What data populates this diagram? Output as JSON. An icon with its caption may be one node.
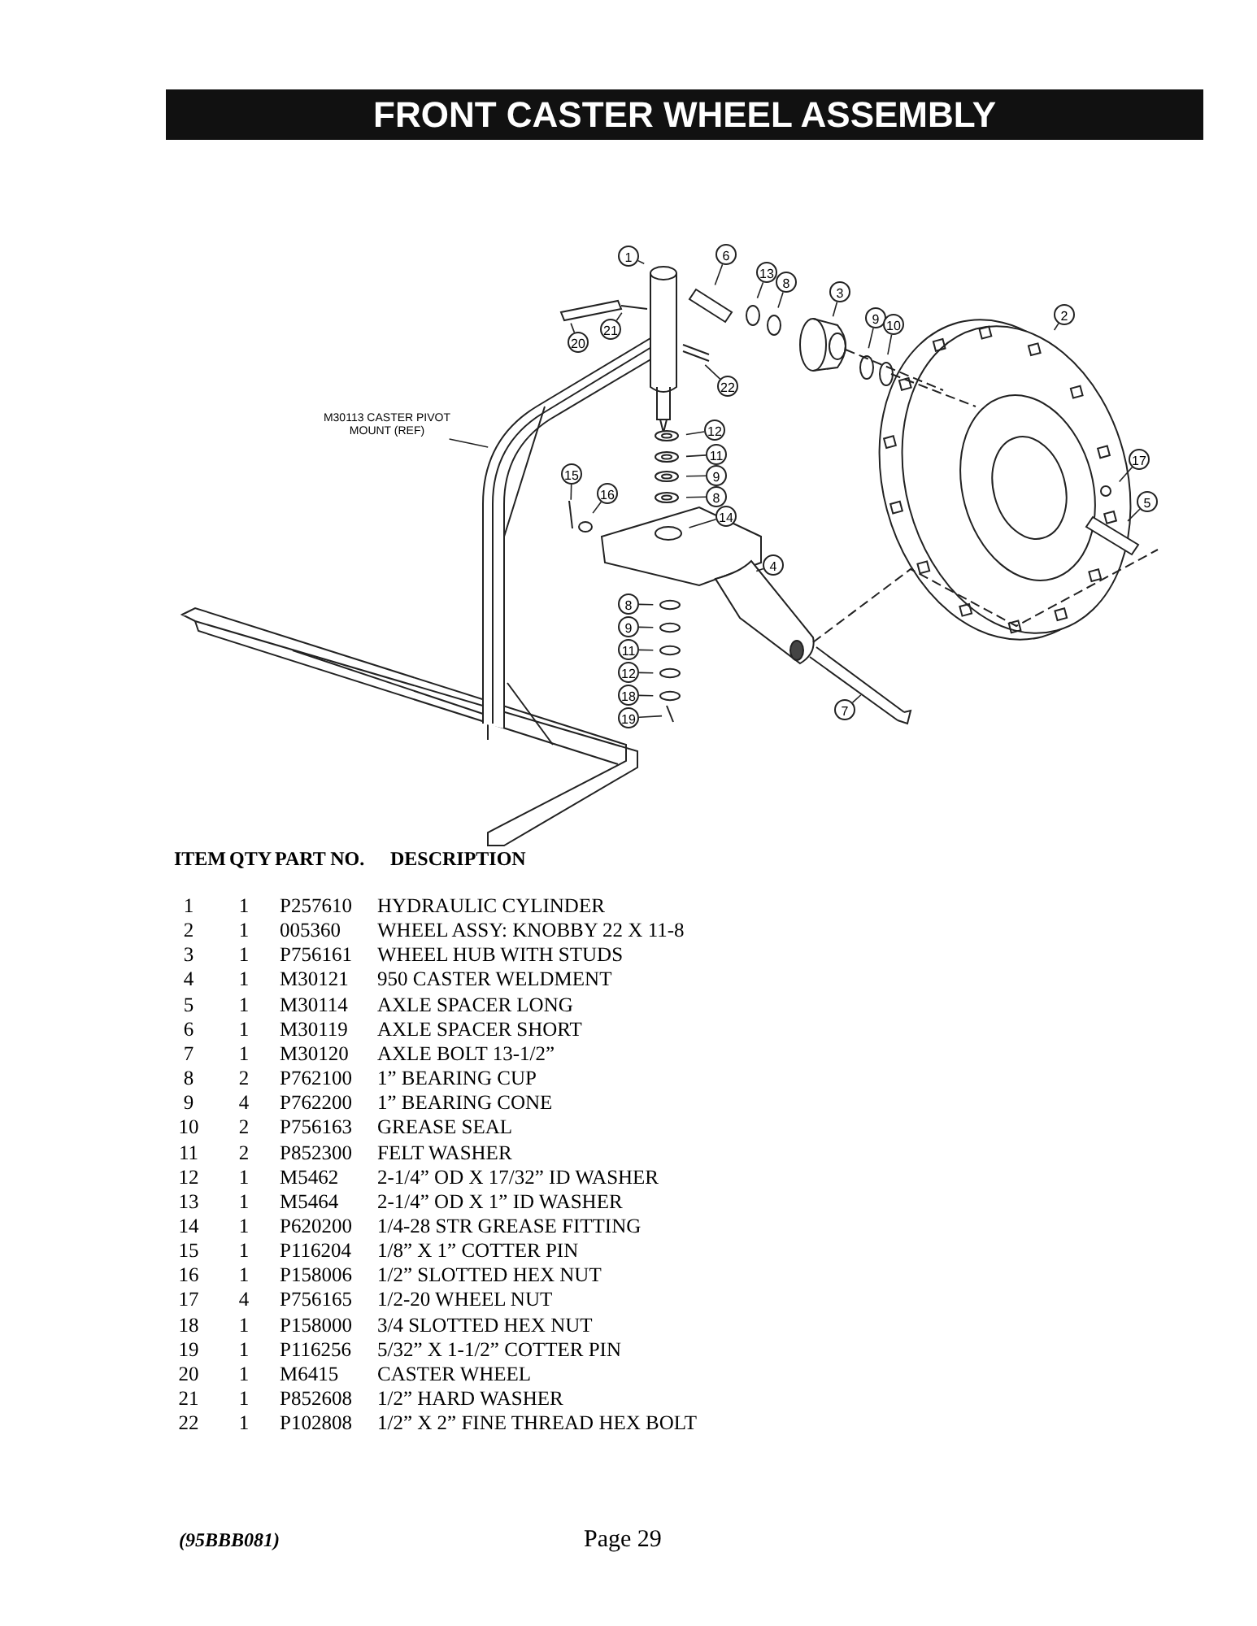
{
  "diagram": {
    "title": "FRONT CASTER WHEEL ASSEMBLY",
    "nodes": [
      {
        "text": [
          "M30113 CASTER PIVOT MOUNT (REF)"
        ]
      },
      {
        "text": [
          "1"
        ]
      },
      {
        "text": [
          "6"
        ]
      },
      {
        "text": [
          "13"
        ]
      },
      {
        "text": [
          "8"
        ]
      },
      {
        "text": [
          "3"
        ]
      },
      {
        "text": [
          "9"
        ]
      },
      {
        "text": [
          "10"
        ]
      },
      {
        "text": [
          "2"
        ]
      },
      {
        "text": [
          "20"
        ]
      },
      {
        "text": [
          "21"
        ]
      },
      {
        "text": [
          "22"
        ]
      },
      {
        "text": [
          "12"
        ]
      },
      {
        "text": [
          "11"
        ]
      },
      {
        "text": [
          "9"
        ]
      },
      {
        "text": [
          "8"
        ]
      },
      {
        "text": [
          "15"
        ]
      },
      {
        "text": [
          "16"
        ]
      },
      {
        "text": [
          "14"
        ]
      },
      {
        "text": [
          "4"
        ]
      },
      {
        "text": [
          "8"
        ]
      },
      {
        "text": [
          "9"
        ]
      },
      {
        "text": [
          "11"
        ]
      },
      {
        "text": [
          "12"
        ]
      },
      {
        "text": [
          "18"
        ]
      },
      {
        "text": [
          "19"
        ]
      },
      {
        "text": [
          "17"
        ]
      },
      {
        "text": [
          "5"
        ]
      },
      {
        "text": [
          "7"
        ]
      }
    ],
    "edges": [
      {
        "from": 0,
        "to": null,
        "arrow": "none"
      },
      {
        "from": 1,
        "to": null,
        "arrow": "none"
      },
      {
        "from": 2,
        "to": null,
        "arrow": "none"
      },
      {
        "from": 3,
        "to": null,
        "arrow": "none"
      },
      {
        "from": 4,
        "to": null,
        "arrow": "none"
      },
      {
        "from": 5,
        "to": null,
        "arrow": "none"
      },
      {
        "from": 6,
        "to": null,
        "arrow": "none"
      },
      {
        "from": 7,
        "to": null,
        "arrow": "none"
      },
      {
        "from": 8,
        "to": null,
        "arrow": "none"
      },
      {
        "from": 9,
        "to": null,
        "arrow": "none"
      },
      {
        "from": 10,
        "to": null,
        "arrow": "none"
      },
      {
        "from": 11,
        "to": null,
        "arrow": "none"
      },
      {
        "from": 12,
        "to": null,
        "arrow": "none"
      },
      {
        "from": 13,
        "to": null,
        "arrow": "none"
      },
      {
        "from": 14,
        "to": null,
        "arrow": "none"
      },
      {
        "from": 15,
        "to": null,
        "arrow": "none"
      },
      {
        "from": 16,
        "to": null,
        "arrow": "none"
      },
      {
        "from": 17,
        "to": null,
        "arrow": "none"
      },
      {
        "from": 18,
        "to": null,
        "arrow": "none"
      },
      {
        "from": 19,
        "to": null,
        "arrow": "none"
      },
      {
        "from": 20,
        "to": null,
        "arrow": "none"
      },
      {
        "from": 21,
        "to": null,
        "arrow": "none"
      },
      {
        "from": 22,
        "to": null,
        "arrow": "none"
      },
      {
        "from": 23,
        "to": null,
        "arrow": "none"
      },
      {
        "from": 24,
        "to": null,
        "arrow": "none"
      },
      {
        "from": 25,
        "to": null,
        "arrow": "none"
      },
      {
        "from": 26,
        "to": null,
        "arrow": "none"
      },
      {
        "from": 27,
        "to": null,
        "arrow": "none"
      },
      {
        "from": 28,
        "to": null,
        "arrow": "none"
      }
    ],
    "labels": [
      "ITEM",
      "QTY",
      "PART NO.",
      "DESCRIPTION",
      "1",
      "1",
      "P257610",
      "HYDRAULIC CYLINDER",
      "2",
      "1",
      "005360",
      "WHEEL ASSY: KNOBBY 22 X 11-8",
      "3",
      "1",
      "P756161",
      "WHEEL HUB WITH STUDS",
      "4",
      "1",
      "M30121",
      "950 CASTER WELDMENT",
      "5",
      "1",
      "M30114",
      "AXLE SPACER LONG",
      "6",
      "1",
      "M30119",
      "AXLE SPACER SHORT",
      "7",
      "1",
      "M30120",
      "AXLE BOLT 13-1/2”",
      "8",
      "2",
      "P762100",
      "1” BEARING CUP",
      "9",
      "4",
      "P762200",
      "1” BEARING CONE",
      "10",
      "2",
      "P756163",
      "GREASE SEAL",
      "11",
      "2",
      "P852300",
      "FELT WASHER",
      "12",
      "1",
      "M5462",
      "2-1/4” OD X 17/32” ID WASHER",
      "13",
      "1",
      "M5464",
      "2-1/4” OD X 1” ID WASHER",
      "14",
      "1",
      "P620200",
      "1/4-28 STR GREASE FITTING",
      "15",
      "1",
      "P116204",
      "1/8” X 1” COTTER PIN",
      "16",
      "1",
      "P158006",
      "1/2” SLOTTED HEX NUT",
      "17",
      "4",
      "P756165",
      "1/2-20 WHEEL NUT",
      "18",
      "1",
      "P158000",
      "3/4 SLOTTED HEX NUT",
      "19",
      "1",
      "P116256",
      "5/32” X 1-1/2” COTTER PIN",
      "20",
      "1",
      "M6415",
      "CASTER WHEEL",
      "21",
      "1",
      "P852608",
      "1/2” HARD WASHER",
      "22",
      "1",
      "P102808",
      "1/2” X 2” FINE THREAD HEX BOLT",
      "(95BBB081)",
      "Page 29"
    ]
  }
}
